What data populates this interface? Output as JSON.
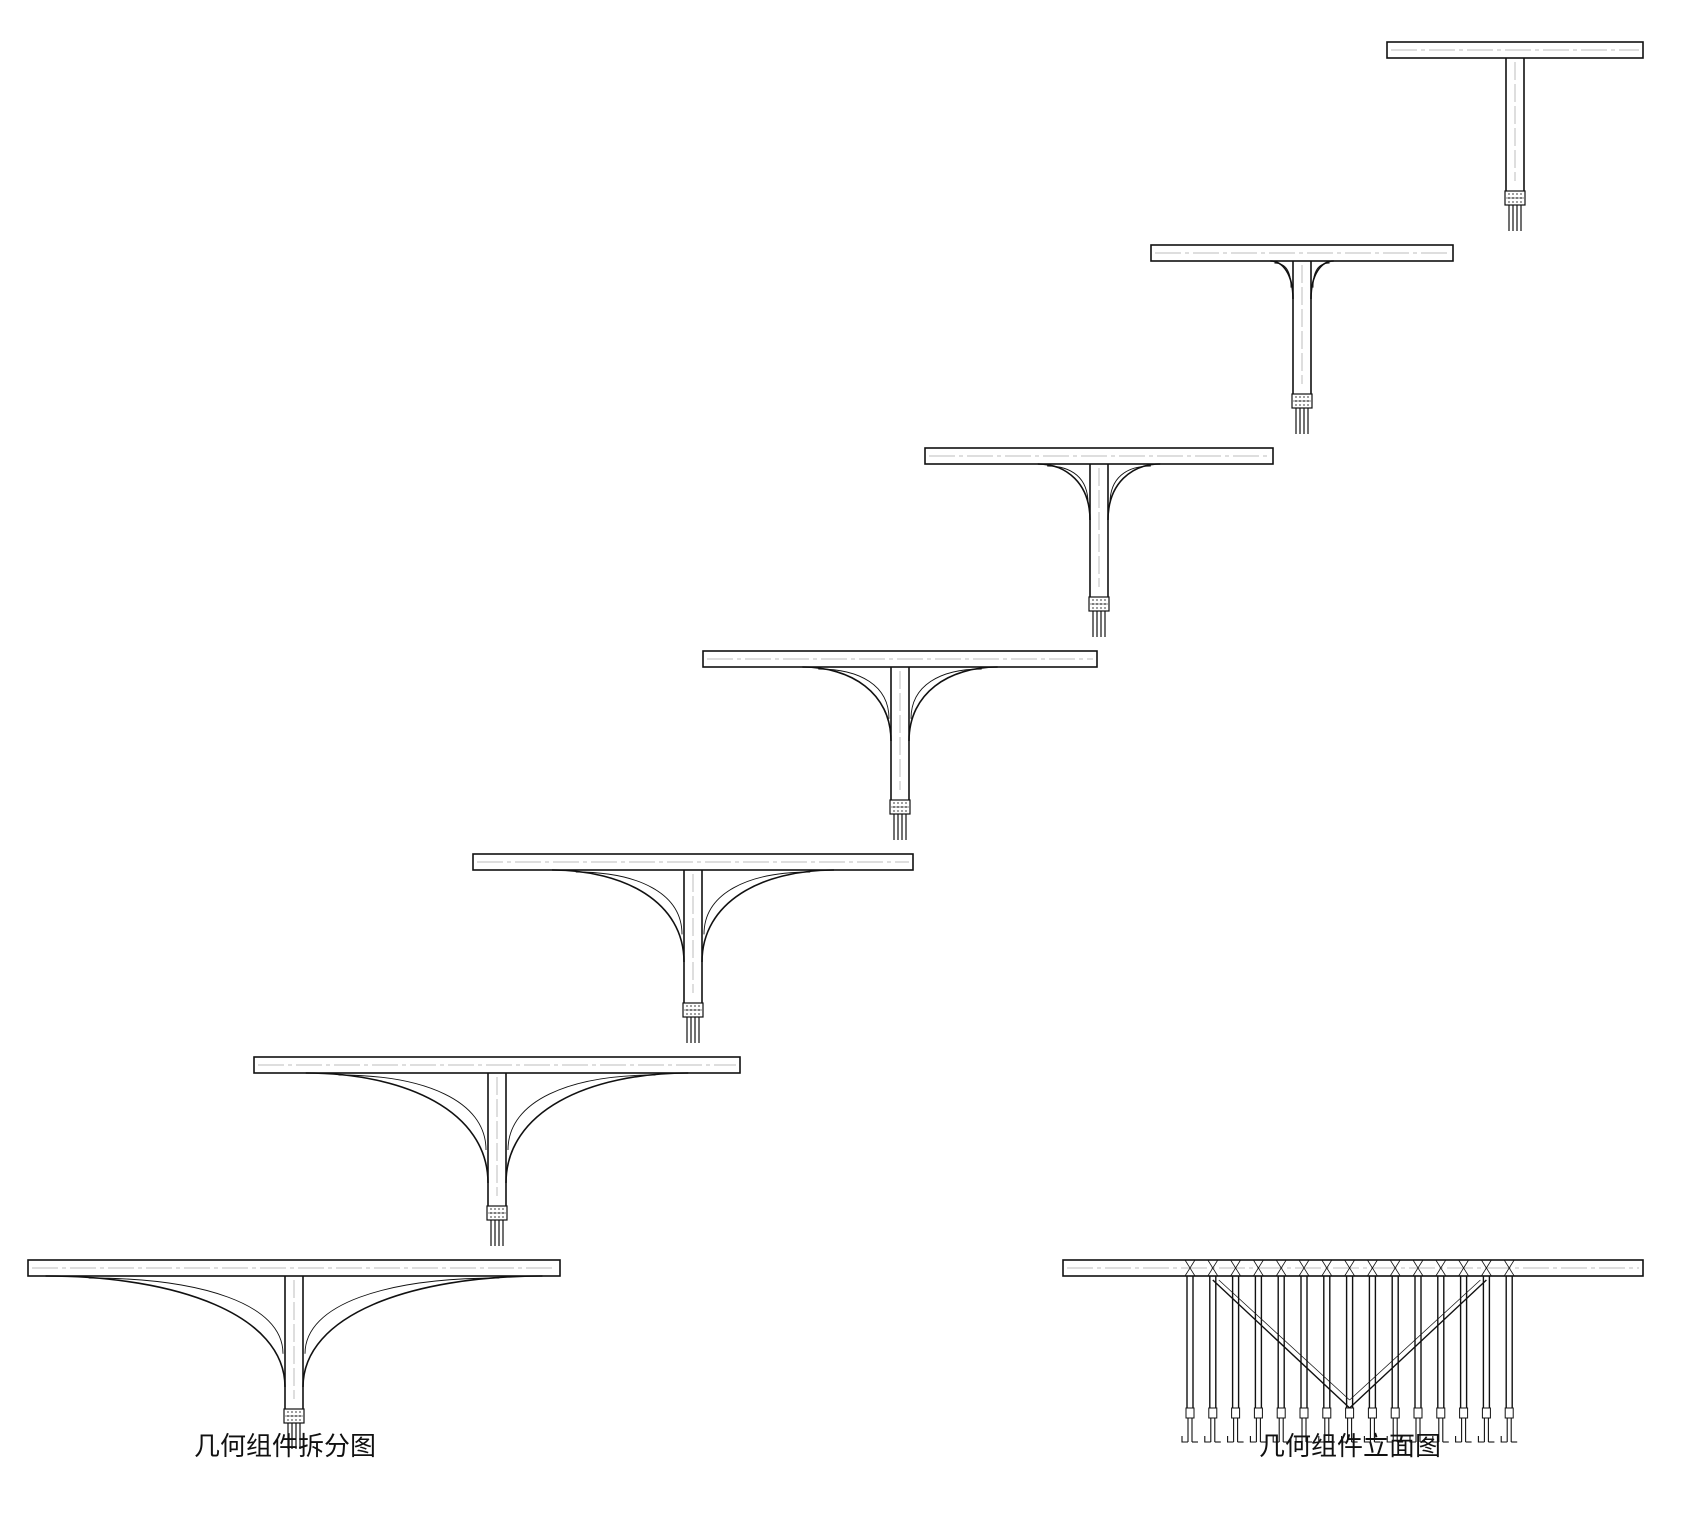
{
  "captions": {
    "exploded_view": "几何组件拆分图",
    "elevation_view": "几何组件立面图"
  },
  "components": [
    {
      "id": 1,
      "arm_spread": 0.0
    },
    {
      "id": 2,
      "arm_spread": 0.15
    },
    {
      "id": 3,
      "arm_spread": 0.3
    },
    {
      "id": 4,
      "arm_spread": 0.45
    },
    {
      "id": 5,
      "arm_spread": 0.6
    },
    {
      "id": 6,
      "arm_spread": 0.75
    },
    {
      "id": 7,
      "arm_spread": 0.9
    }
  ],
  "elevation": {
    "post_count": 15
  },
  "colors": {
    "line": "#111111",
    "background": "#ffffff"
  }
}
